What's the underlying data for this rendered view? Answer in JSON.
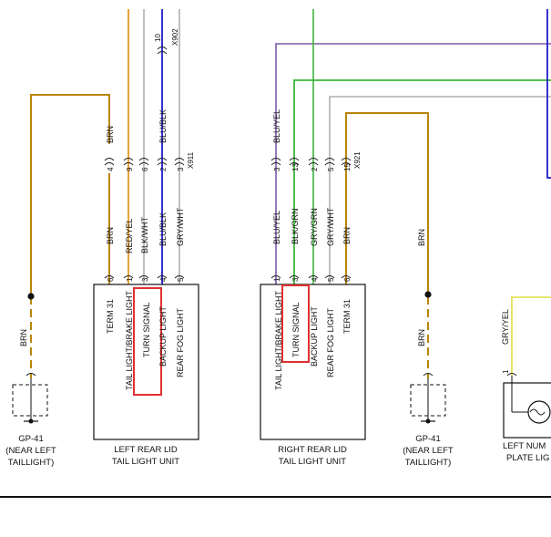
{
  "colors": {
    "brown": "#b8860b",
    "orange": "#e8a33a",
    "purple": "#7a5aa8",
    "blue": "#1d1dcc",
    "gray": "#b0b0b0",
    "green": "#3cb43c",
    "yellow": "#e2e25a",
    "highlight": "#e03030"
  },
  "top_connector": {
    "pin": "10",
    "id": "X902",
    "wire": "BLU/BLK"
  },
  "left_connector_x911": {
    "id": "X911",
    "pins": [
      "4",
      "9",
      "6",
      "2",
      "3"
    ],
    "upper_wires": [
      "BRN",
      "BLU/BLK"
    ],
    "lower_wires": [
      "BRN",
      "RED/YEL",
      "BLK/WHT",
      "BLU/BLK",
      "GRY/WHT"
    ]
  },
  "left_unit": {
    "pins": [
      "6",
      "1",
      "3",
      "4",
      "5"
    ],
    "functions": [
      "TERM 31",
      "TAIL LIGHT/BRAKE LIGHT",
      "TURN SIGNAL",
      "BACKUP LIGHT",
      "REAR FOG LIGHT"
    ],
    "caption_line1": "LEFT REAR LID",
    "caption_line2": "TAIL LIGHT UNIT"
  },
  "right_connector_x921": {
    "id": "X921",
    "pins": [
      "3",
      "13",
      "2",
      "5",
      "15"
    ],
    "upper_wires": [
      "BLU/YEL"
    ],
    "lower_wires": [
      "BLU/YEL",
      "BLK/GRN",
      "GRY/GRN",
      "GRY/WHT",
      "BRN"
    ]
  },
  "right_unit": {
    "pins": [
      "1",
      "3",
      "4",
      "5",
      "6"
    ],
    "functions": [
      "TAIL LIGHT/BRAKE LIGHT",
      "TURN SIGNAL",
      "BACKUP LIGHT",
      "REAR FOG LIGHT",
      "TERM 31"
    ],
    "caption_line1": "RIGHT REAR LID",
    "caption_line2": "TAIL LIGHT UNIT"
  },
  "ground_left": {
    "wire": "BRN",
    "id": "GP-41",
    "note_line1": "(NEAR LEFT",
    "note_line2": "TAILLIGHT)"
  },
  "ground_right": {
    "wire_upper": "BRN",
    "wire_lower": "BRN",
    "id": "GP-41",
    "note_line1": "(NEAR LEFT",
    "note_line2": "TAILLIGHT)"
  },
  "plate_light": {
    "wire": "GRY/YEL",
    "pin": "1",
    "caption_line1": "LEFT NUM",
    "caption_line2": "PLATE LIG"
  }
}
